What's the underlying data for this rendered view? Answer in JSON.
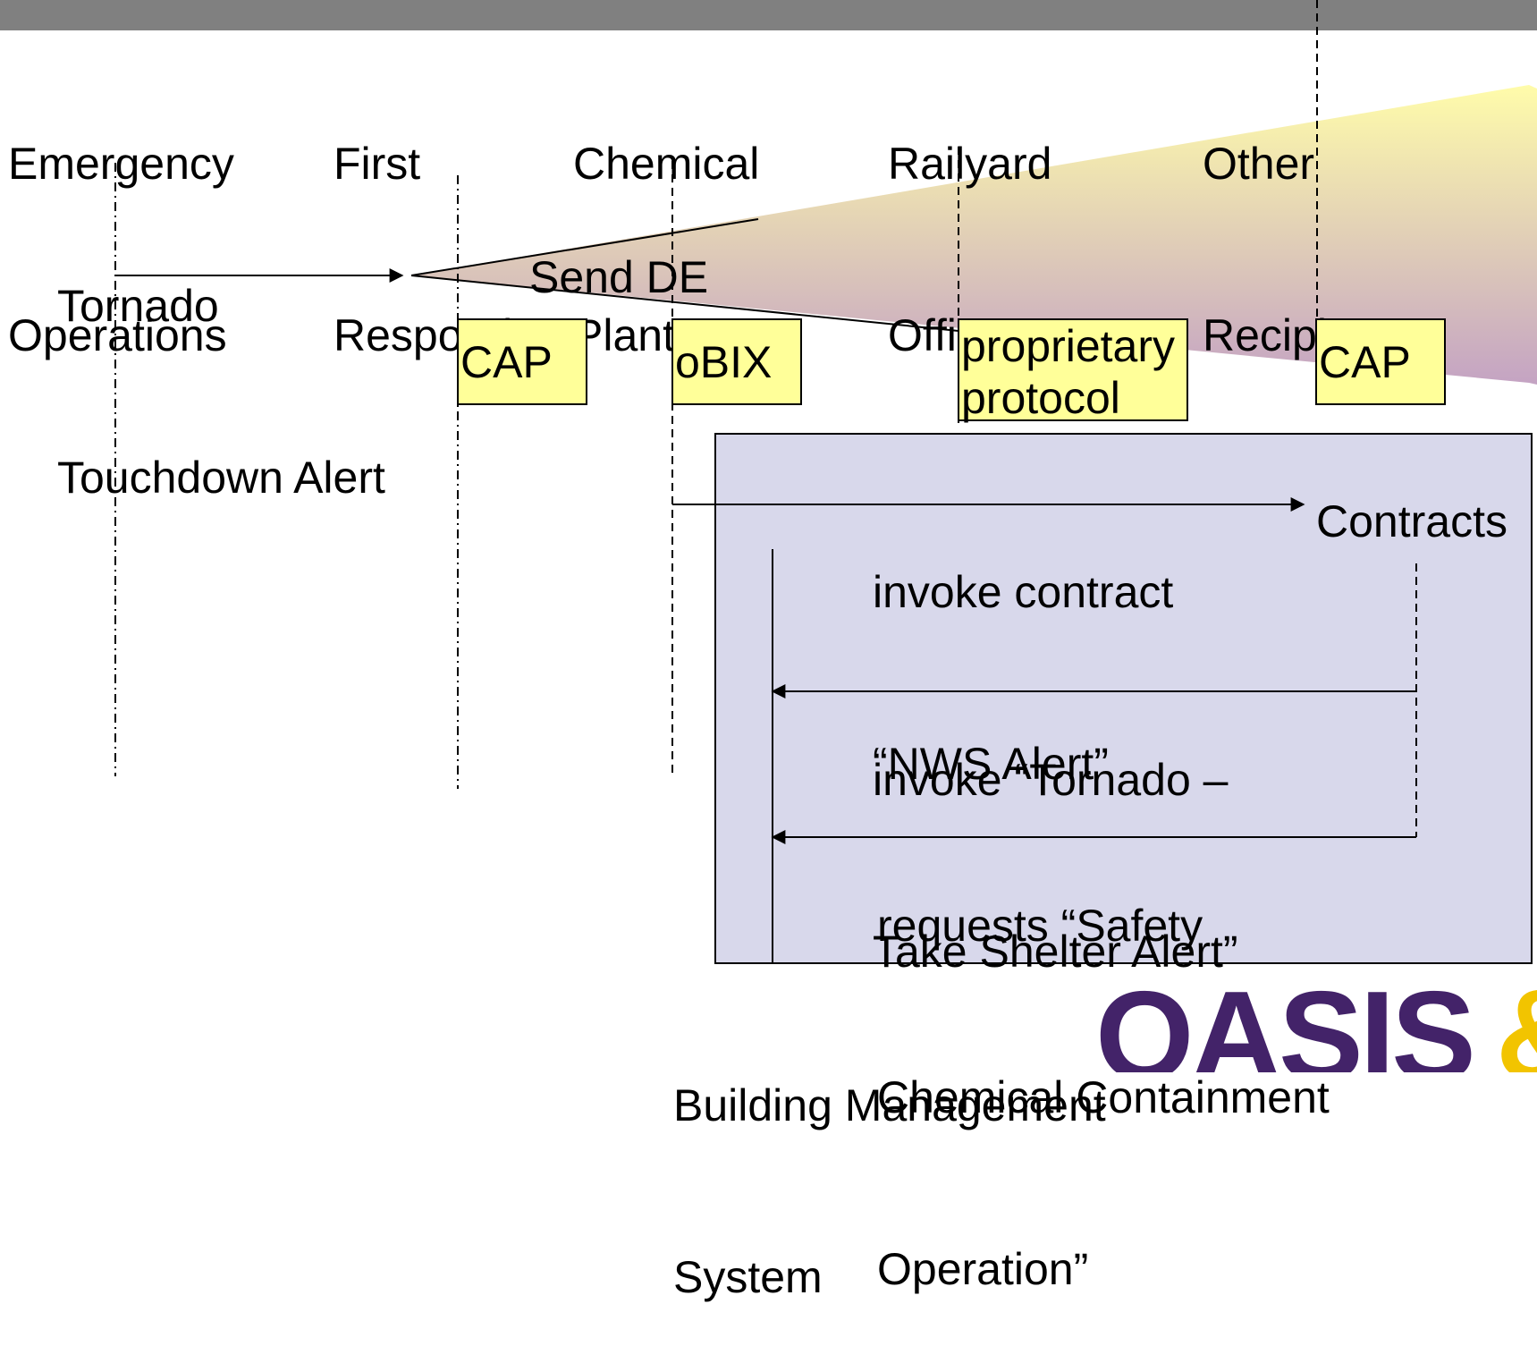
{
  "colors": {
    "top_bar": "#808080",
    "protocol_box": "#ffff99",
    "bms_panel": "#d8d8eb",
    "fan_light": "#fffcaa",
    "fan_dark": "#c4a3c3",
    "logo_text": "#432369",
    "logo_accent": "#f2c400"
  },
  "lanes": [
    {
      "id": "emergency-operations",
      "line1": "Emergency",
      "line2": "Operations"
    },
    {
      "id": "first-responders",
      "line1": "First",
      "line2": "Responders"
    },
    {
      "id": "chemical-plant",
      "line1": "Chemical",
      "line2": "Plant"
    },
    {
      "id": "railyard-office",
      "line1": "Railyard",
      "line2": "Office"
    },
    {
      "id": "other-recipients",
      "line1": "Other",
      "line2": "Recipients"
    }
  ],
  "event": {
    "line1": "Tornado",
    "line2": "Touchdown Alert"
  },
  "send_label": "Send DE",
  "protocols": [
    {
      "id": "first-responders",
      "lines": [
        "CAP"
      ]
    },
    {
      "id": "chemical-plant",
      "lines": [
        "oBIX"
      ]
    },
    {
      "id": "railyard-office",
      "lines": [
        "proprietary",
        "protocol"
      ]
    },
    {
      "id": "other-recipients",
      "lines": [
        "CAP"
      ]
    }
  ],
  "bms": {
    "contracts_label": "Contracts",
    "messages": [
      {
        "lines": [
          "invoke contract",
          "“NWS Alert”"
        ]
      },
      {
        "lines": [
          "invoke “Tornado –",
          "Take Shelter Alert”"
        ]
      },
      {
        "lines": [
          "requests “Safety",
          "Chemical Containment",
          "Operation”"
        ]
      }
    ],
    "system_label": [
      "Building Management",
      "System"
    ]
  },
  "logo": {
    "text": "OASIS",
    "accent_glyph": "&"
  }
}
